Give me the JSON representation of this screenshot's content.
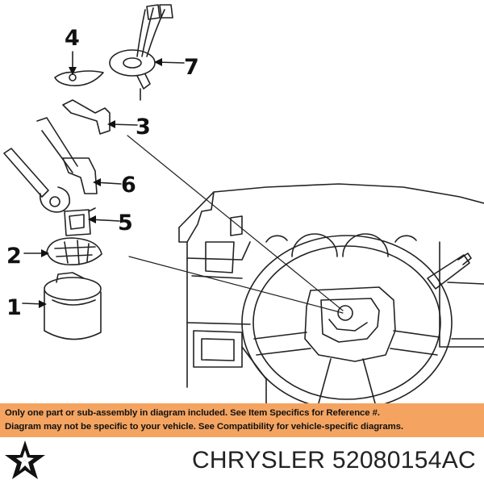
{
  "diagram": {
    "callouts": [
      "1",
      "2",
      "3",
      "4",
      "5",
      "6",
      "7"
    ]
  },
  "disclaimer": {
    "line1": "Only one part or sub-assembly in diagram included. See Item Specifics for Reference #.",
    "line2": "Diagram may not be specific to your vehicle. See Compatibility for vehicle-specific diagrams."
  },
  "footer": {
    "brand": "CHRYSLER",
    "part_number": "52080154AC",
    "logo_icon": "chrysler-pentastar-icon"
  },
  "colors": {
    "banner": "#f4a460",
    "ink": "#111111"
  }
}
